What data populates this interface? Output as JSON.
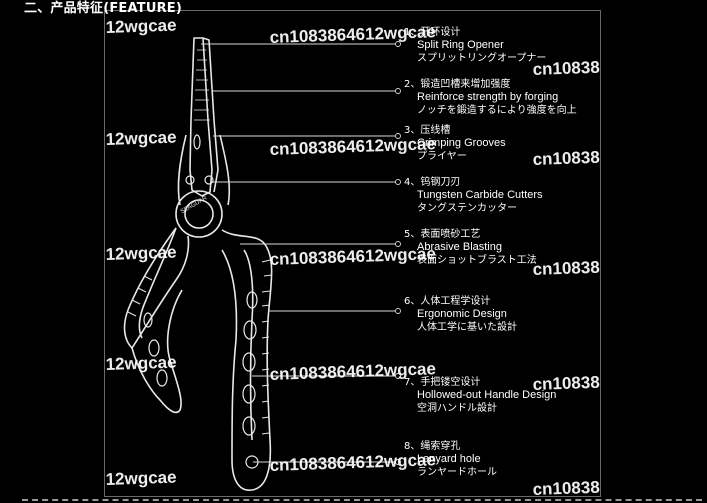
{
  "title": "二、产品特征(FEATURE)",
  "features": [
    {
      "cn": "1、开环设计",
      "en": "Split Ring Opener",
      "jp": "スプリットリングオープナー"
    },
    {
      "cn": "2、锻造凹槽来增加强度",
      "en": "Reinforce strength by forging",
      "jp": "ノッチを鍛造するにより強度を向上"
    },
    {
      "cn": "3、压线槽",
      "en": "Crimping Grooves",
      "jp": "プライヤー"
    },
    {
      "cn": "4、钨钢刀刃",
      "en": "Tungsten Carbide Cutters",
      "jp": "タングステンカッター"
    },
    {
      "cn": "5、表面喷砂工艺",
      "en": "Abrasive Blasting",
      "jp": "表面ショットブラスト工法"
    },
    {
      "cn": "6、人体工程学设计",
      "en": "Ergonomic Design",
      "jp": "人体工学に基いた設計"
    },
    {
      "cn": "7、手把镂空设计",
      "en": "Hollowed-out Handle Design",
      "jp": "空洞ハンドル設計"
    },
    {
      "cn": "8、绳索穿孔",
      "en": "Lanyard hole",
      "jp": "ランヤードホール"
    }
  ],
  "logo_text": "SEAGUAR",
  "watermarks": {
    "left": "12wgcae",
    "center": "cn1083864612wgcae",
    "right": "cn10838"
  }
}
